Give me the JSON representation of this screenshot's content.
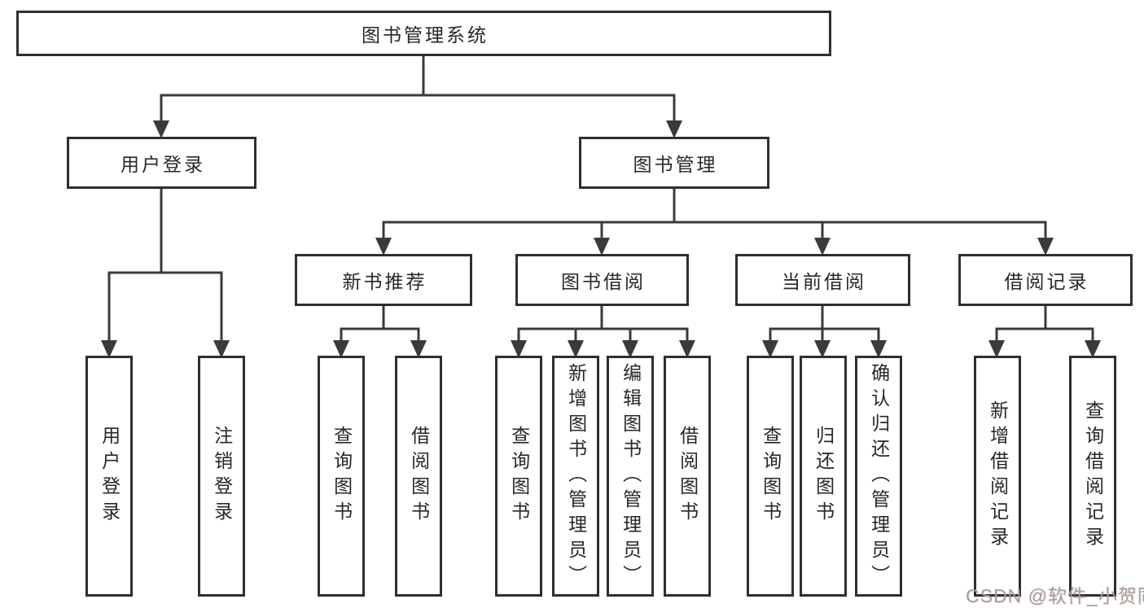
{
  "diagram": {
    "title": "图书管理系统",
    "branches": [
      {
        "label": "用户登录",
        "children": [
          {
            "label": "用户登录"
          },
          {
            "label": "注销登录"
          }
        ]
      },
      {
        "label": "图书管理",
        "children": [
          {
            "label": "新书推荐",
            "children": [
              {
                "label": "查询图书"
              },
              {
                "label": "借阅图书"
              }
            ]
          },
          {
            "label": "图书借阅",
            "children": [
              {
                "label": "查询图书"
              },
              {
                "label": "新增图书（管理员）"
              },
              {
                "label": "编辑图书（管理员）"
              },
              {
                "label": "借阅图书"
              }
            ]
          },
          {
            "label": "当前借阅",
            "children": [
              {
                "label": "查询图书"
              },
              {
                "label": "归还图书"
              },
              {
                "label": "确认归还（管理员）"
              }
            ]
          },
          {
            "label": "借阅记录",
            "children": [
              {
                "label": "新增借阅记录"
              },
              {
                "label": "查询借阅记录"
              }
            ]
          }
        ]
      }
    ],
    "colors": {
      "line": "#3a3a3a",
      "box_border": "#2f2f2f",
      "text": "#272727",
      "background": "#ffffff",
      "watermark": "#9f9f9f"
    }
  },
  "watermark": {
    "text": "CSDN @软件_小贺同学"
  }
}
